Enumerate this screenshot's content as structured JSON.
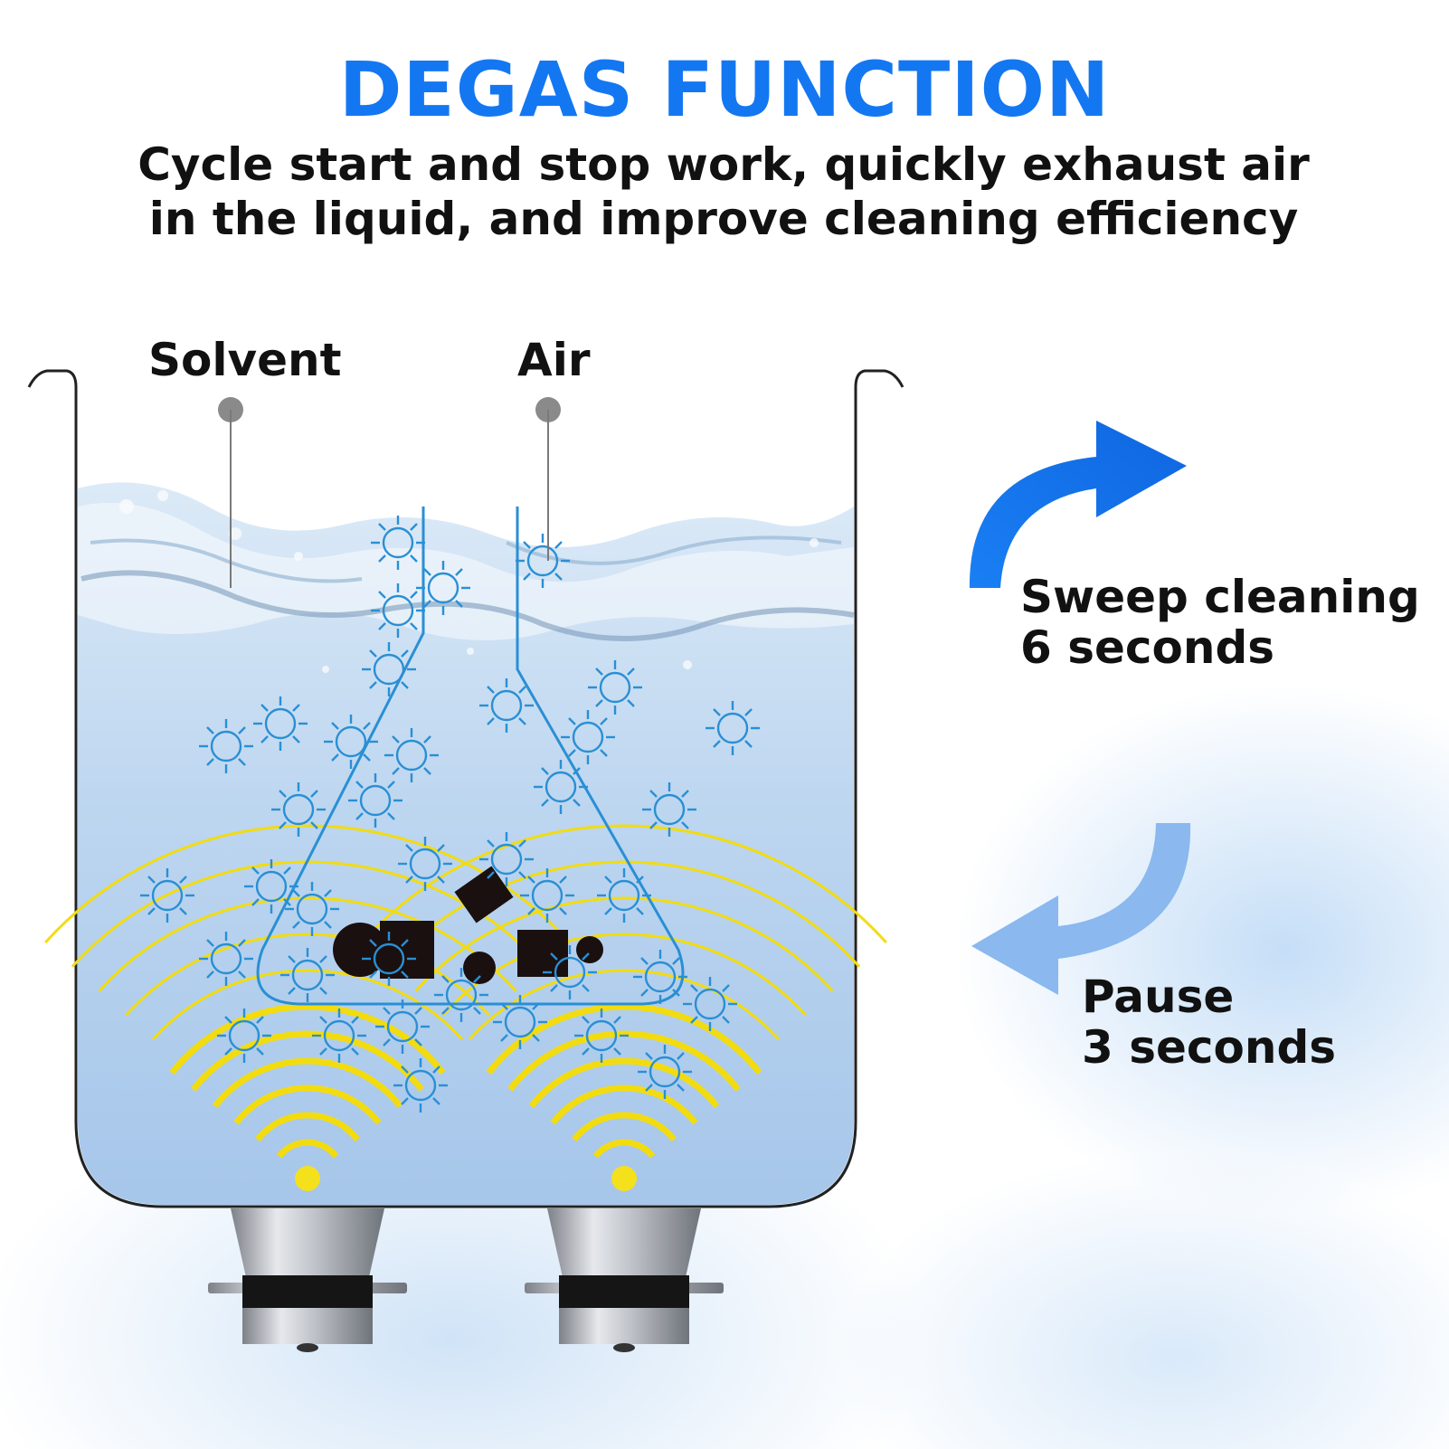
{
  "title": "DEGAS FUNCTION",
  "subtitle": {
    "line1": "Cycle start and stop work, quickly exhaust air",
    "line2": "in the liquid, and improve cleaning efficiency"
  },
  "labels": {
    "solvent": "Solvent",
    "air": "Air"
  },
  "cycle": {
    "sweep": {
      "line1": "Sweep cleaning",
      "line2": "6 seconds"
    },
    "pause": {
      "line1": "Pause",
      "line2": "3 seconds"
    }
  },
  "colors": {
    "title": "#1477f2",
    "arrow_sweep": "#1477f2",
    "arrow_pause": "#8ab8ef",
    "bubble": "#2a8fd4",
    "wave": "#f5e01c",
    "dirt": "#1a1010",
    "water_top": "#d8e8f6",
    "water_bottom": "#a8c8ec"
  },
  "icons": [
    "curved-arrow-right-icon",
    "curved-arrow-left-icon",
    "air-bubble-icon",
    "ultrasonic-wave-icon",
    "transducer-icon"
  ]
}
